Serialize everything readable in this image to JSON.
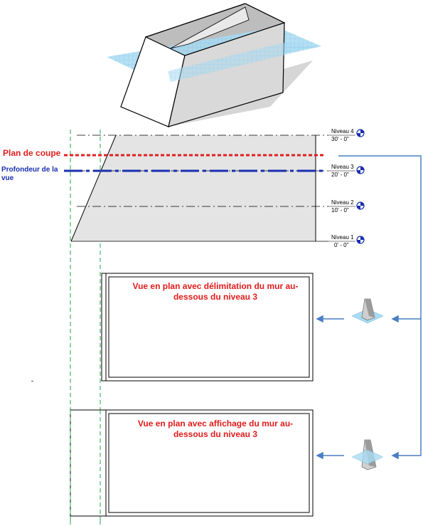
{
  "labels": {
    "cut_plane": "Plan de coupe",
    "view_depth_line1": "Profondeur de la",
    "view_depth_line2": "vue"
  },
  "levels": [
    {
      "name": "Niveau 4",
      "elevation": "30' - 0\""
    },
    {
      "name": "Niveau 3",
      "elevation": "20' - 0\""
    },
    {
      "name": "Niveau 2",
      "elevation": "10' - 0\""
    },
    {
      "name": "Niveau 1",
      "elevation": "0' - 0\""
    }
  ],
  "views": [
    {
      "caption_line1": "Vue en plan avec délimitation du mur au-",
      "caption_line2": "dessous du niveau 3"
    },
    {
      "caption_line1": "Vue en plan avec affichage du mur au-",
      "caption_line2": "dessous du niveau 3"
    }
  ],
  "colors": {
    "cut_plane": "#e02020",
    "view_depth": "#1a2fb0",
    "arrows": "#4a7fc4",
    "guide": "#2aa34a",
    "caption": "#e01b1b",
    "section_fill": "#e4e4e4",
    "plane_fill": "#9fd3ee"
  }
}
